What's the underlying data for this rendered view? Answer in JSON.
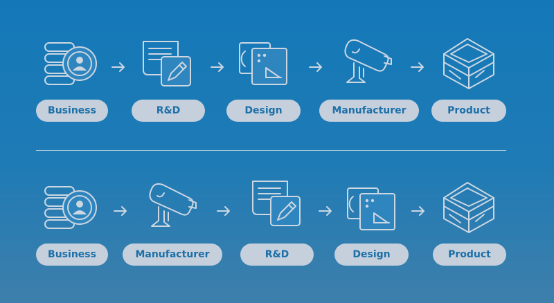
{
  "flows": [
    {
      "steps": [
        {
          "label": "Business",
          "icon": "business-person-icon"
        },
        {
          "label": "R&D",
          "icon": "document-pencil-icon"
        },
        {
          "label": "Design",
          "icon": "design-windows-icon"
        },
        {
          "label": "Manufacturer",
          "icon": "manufacturing-machine-icon"
        },
        {
          "label": "Product",
          "icon": "open-box-icon"
        }
      ]
    },
    {
      "steps": [
        {
          "label": "Business",
          "icon": "business-person-icon"
        },
        {
          "label": "Manufacturer",
          "icon": "manufacturing-machine-icon"
        },
        {
          "label": "R&D",
          "icon": "document-pencil-icon"
        },
        {
          "label": "Design",
          "icon": "design-windows-icon"
        },
        {
          "label": "Product",
          "icon": "open-box-icon"
        }
      ]
    }
  ],
  "colors": {
    "background_top": "#1478b8",
    "background_bottom": "#3e7fab",
    "pill_fill": "#c5d0dc",
    "pill_text": "#1c6fa8",
    "icon_line": "#cdd7e2"
  }
}
